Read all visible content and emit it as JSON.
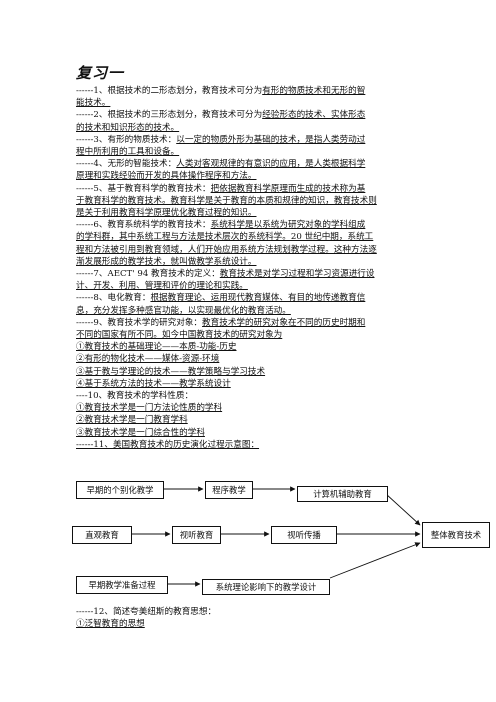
{
  "title": "复习一",
  "items": {
    "i1a": "------1、根据技术的二形态划分，教育技术可分为",
    "i1u": "有形的物质技术和无形的智",
    "i1b": "能技术。",
    "i2a": "------2、根据技术的三形态划分，教育技术可分为",
    "i2u": "经验形态的技术、实体形态",
    "i2b": "的技术和知识形态的技术。",
    "i3a": "------3、有形的物质技术：",
    "i3u": "以一定的物质外形为基础的技术，是指人类劳动过",
    "i3b": "程中所利用的工具和设备。",
    "i4a": "------4、无形的智能技术：",
    "i4u": "人类对客观规律的有意识的应用，是人类根据科学",
    "i4b": "原理和实践经验而开发的具体操作程序和方法。",
    "i5a": "------5、基于教育科学的教育技术：",
    "i5u": "把依据教育科学原理而生成的技术称为基",
    "i5b": "于教育科学的教育技术。教育科学是关于教育的本质和规律的知识，教育技术则",
    "i5c": "是关于利用教育科学原理优化教育过程的知识。",
    "i6a": "------6、教育系统科学的教育技术：",
    "i6u": "系统科学是以系统为研究对象的学科组成",
    "i6b": "的学科群，其中系统工程与方法是技术层次的系统科学。20 世纪中期，系统工",
    "i6c": "程和方法被引用到教育领域，人们开始应用系统方法规划教学过程。这种方法逐",
    "i6d": "渐发展形成的教学技术，就叫做教学系统设计。",
    "i7a": "------7、AECT' 94 教育技术的定义：",
    "i7u": "教育技术是对学习过程和学习资源进行设",
    "i7b": "计、开发、利用、管理和评价的理论和实践。",
    "i8a": "------8、电化教育：",
    "i8u": "根据教育理论、运用现代教育媒体、有目的地传递教育信",
    "i8b": "息，充分发挥多种感官功能，以实现最优化的教育活动。",
    "i9a": "------9、教育技术学的研究对象：",
    "i9u": "教育技术学的研究对象在不同的历史时期和",
    "i9b": "不同的国家有所不同。如今中国教育技术的研究对象为",
    "i9l1": "①教育技术的基础理论——本质-功能-历史",
    "i9l2": "②有形的物化技术——媒体-资源-环境",
    "i9l3": "③基于教与学理论的技术——教学策略与学习技术",
    "i9l4": "④基于系统方法的技术——教学系统设计",
    "i10a": "----10、教育技术的学科性质：",
    "i10l1": "①教育技术学是一门方法论性质的学科",
    "i10l2": "②教育技术学是一门教育学科",
    "i10l3": "③教育技术学是一门综合性的学科",
    "i11a": "------11、美国教育技术的历史演化过程示意图：",
    "i12a": "------12、简述夸美纽斯的教育思想：",
    "i12l1": "①泛智教育的思想"
  },
  "diagram": {
    "b1": "早期的个别化教学",
    "b2": "程序教学",
    "b3": "计算机辅助教育",
    "b4": "直观教育",
    "b5": "视听教育",
    "b6": "视听传播",
    "b7": "整体教育技术",
    "b8": "早期教学准备过程",
    "b9": "系统理论影响下的教学设计"
  }
}
